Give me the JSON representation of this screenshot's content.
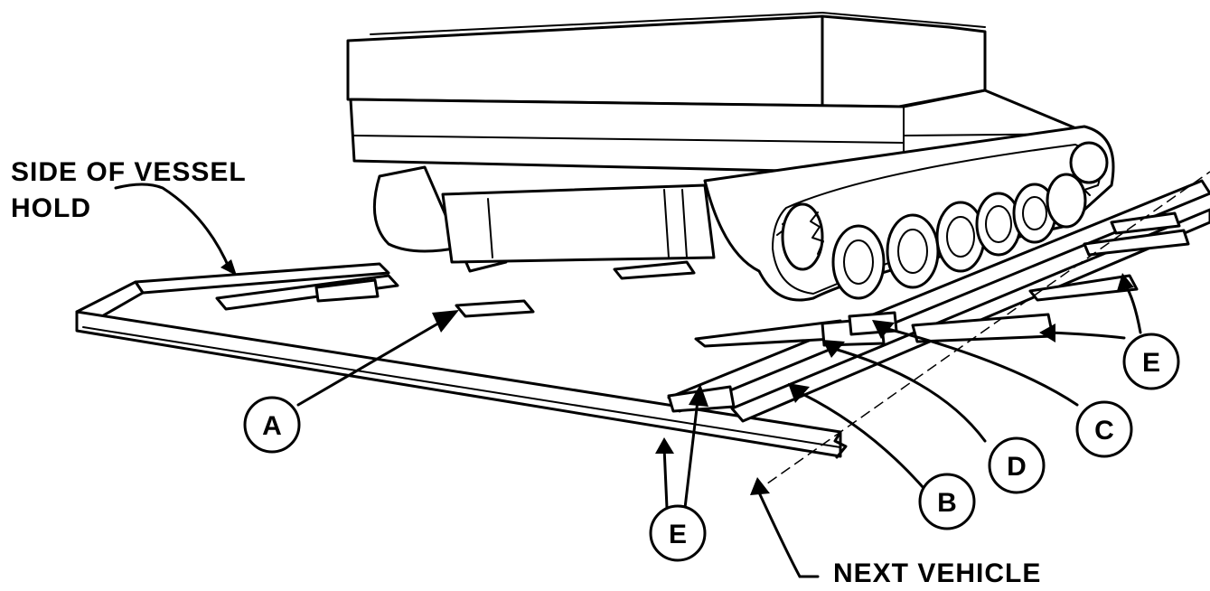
{
  "labels": {
    "side_of_vessel_line1": "SIDE OF VESSEL",
    "side_of_vessel_line2": "HOLD",
    "next_vehicle": "NEXT VEHICLE"
  },
  "callouts": {
    "a": "A",
    "b": "B",
    "c": "C",
    "d": "D",
    "e_left": "E",
    "e_right": "E"
  }
}
